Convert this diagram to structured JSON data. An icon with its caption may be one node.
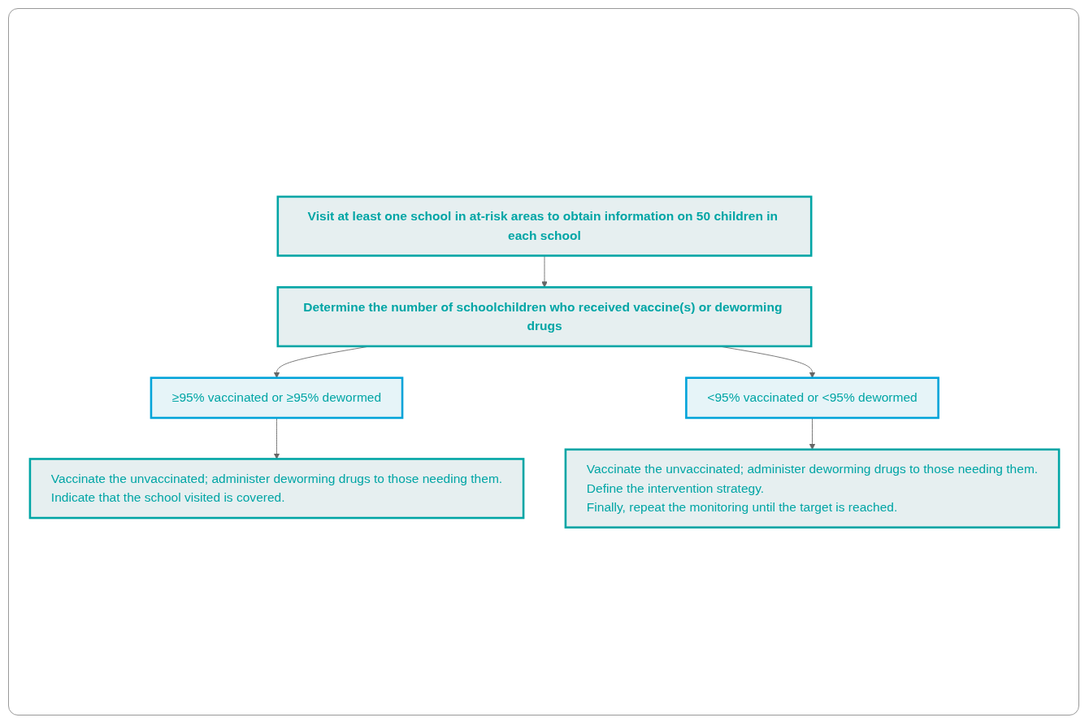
{
  "diagram": {
    "nodes": [
      {
        "text": [
          "Visit at least one school in at-risk areas to obtain information on 50 children in each school"
        ]
      },
      {
        "text": [
          "Determine the number of schoolchildren who received vaccine(s) or deworming drugs"
        ]
      },
      {
        "text": [
          "≥95% vaccinated or ≥95% dewormed"
        ]
      },
      {
        "text": [
          "<95% vaccinated or <95% dewormed"
        ]
      },
      {
        "text": [
          "Vaccinate the unvaccinated; administer deworming drugs to those needing them.",
          "Indicate that the school visited is covered."
        ]
      },
      {
        "text": [
          "Vaccinate the unvaccinated; administer deworming drugs to those needing them.",
          "Define the intervention strategy.",
          "Finally, repeat the monitoring until the target is reached."
        ]
      }
    ],
    "edges": [
      {
        "from": 0,
        "to": 1,
        "arrow": "to"
      },
      {
        "from": 1,
        "to": 2,
        "arrow": "to"
      },
      {
        "from": 1,
        "to": 3,
        "arrow": "to"
      },
      {
        "from": 2,
        "to": 4,
        "arrow": "to"
      },
      {
        "from": 3,
        "to": 5,
        "arrow": "to"
      }
    ]
  }
}
